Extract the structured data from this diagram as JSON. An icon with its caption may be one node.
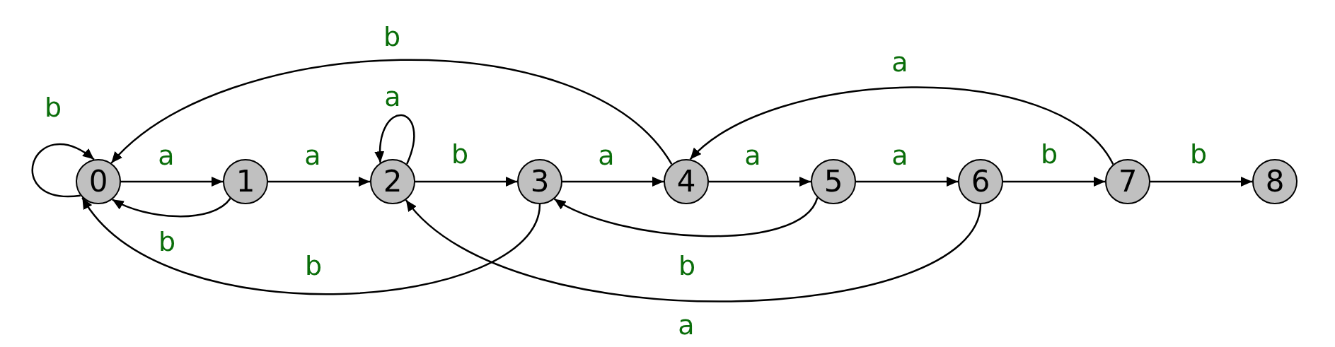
{
  "diagram": {
    "nodes": [
      {
        "text": [
          "0"
        ]
      },
      {
        "text": [
          "1"
        ]
      },
      {
        "text": [
          "2"
        ]
      },
      {
        "text": [
          "3"
        ]
      },
      {
        "text": [
          "4"
        ]
      },
      {
        "text": [
          "5"
        ]
      },
      {
        "text": [
          "6"
        ]
      },
      {
        "text": [
          "7"
        ]
      },
      {
        "text": [
          "8"
        ]
      }
    ],
    "edges": [
      {
        "from": 0,
        "to": 0,
        "arrow": "to",
        "label": "b"
      },
      {
        "from": 0,
        "to": 1,
        "arrow": "to",
        "label": "a"
      },
      {
        "from": 1,
        "to": 0,
        "arrow": "to",
        "label": "b"
      },
      {
        "from": 1,
        "to": 2,
        "arrow": "to",
        "label": "a"
      },
      {
        "from": 2,
        "to": 2,
        "arrow": "to",
        "label": "a"
      },
      {
        "from": 2,
        "to": 3,
        "arrow": "to",
        "label": "b"
      },
      {
        "from": 3,
        "to": 4,
        "arrow": "to",
        "label": "a"
      },
      {
        "from": 3,
        "to": 0,
        "arrow": "to",
        "label": "b"
      },
      {
        "from": 4,
        "to": 0,
        "arrow": "to",
        "label": "b"
      },
      {
        "from": 4,
        "to": 5,
        "arrow": "to",
        "label": "a"
      },
      {
        "from": 5,
        "to": 3,
        "arrow": "to",
        "label": "b"
      },
      {
        "from": 5,
        "to": 6,
        "arrow": "to",
        "label": "a"
      },
      {
        "from": 6,
        "to": 2,
        "arrow": "to",
        "label": "a"
      },
      {
        "from": 6,
        "to": 7,
        "arrow": "to",
        "label": "b"
      },
      {
        "from": 7,
        "to": 4,
        "arrow": "to",
        "label": "a"
      },
      {
        "from": 7,
        "to": 8,
        "arrow": "to",
        "label": "b"
      }
    ]
  }
}
